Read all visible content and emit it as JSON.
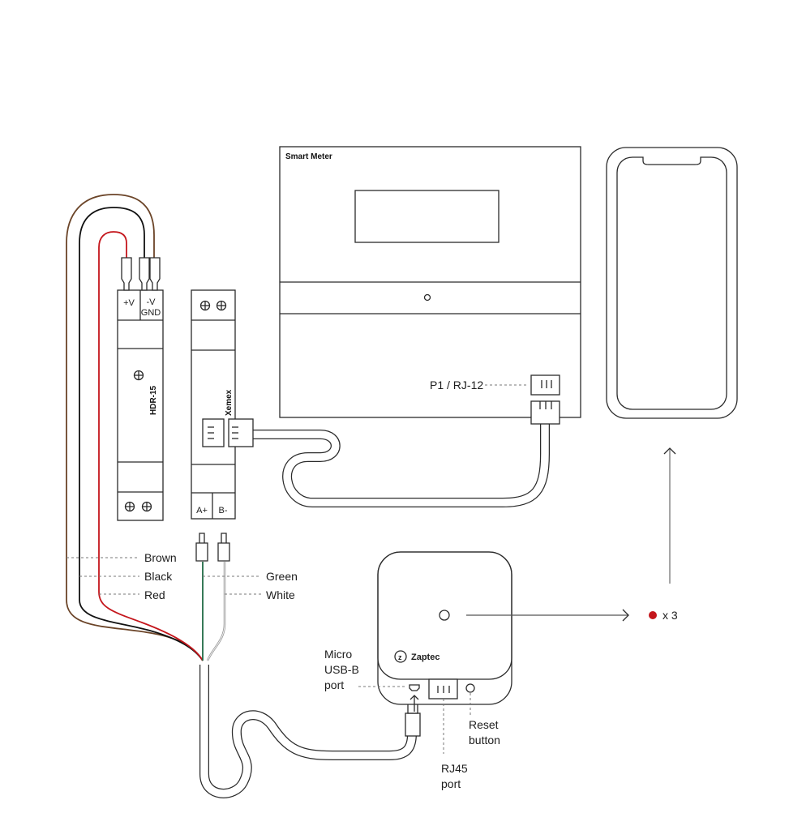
{
  "devices": {
    "smart_meter": {
      "title": "Smart Meter",
      "port_label": "P1 / RJ-12"
    },
    "power_supply": {
      "title": "HDR-15",
      "terminal_plus": "+V",
      "terminal_minus": "-V",
      "terminal_gnd": "GND"
    },
    "converter": {
      "title": "Xemex",
      "terminal_a": "A+",
      "terminal_b": "B-"
    },
    "zaptec": {
      "brand": "Zaptec",
      "usb_label": [
        "Micro",
        "USB-B",
        "port"
      ],
      "rj45_label": [
        "RJ45",
        "port"
      ],
      "reset_label": [
        "Reset",
        "button"
      ]
    },
    "phone": {}
  },
  "wires": {
    "power": [
      {
        "label": "Brown",
        "color": "#6b4428"
      },
      {
        "label": "Black",
        "color": "#111111"
      },
      {
        "label": "Red",
        "color": "#c4161c"
      }
    ],
    "data": [
      {
        "label": "Green",
        "color": "#1f6b45"
      },
      {
        "label": "White",
        "color": "#9a9a9a"
      }
    ]
  },
  "indicator": {
    "color": "#c4161c",
    "count_label": "x 3"
  }
}
